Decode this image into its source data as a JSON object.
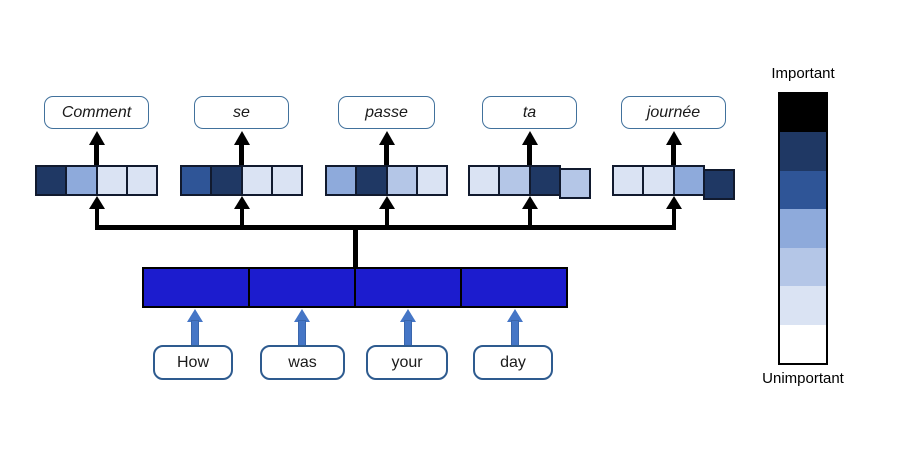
{
  "source_words": [
    "How",
    "was",
    "your",
    "day"
  ],
  "target_words": [
    "Comment",
    "se",
    "passe",
    "ta",
    "journée"
  ],
  "attention_strips": [
    {
      "word": "Comment",
      "cells": [
        "#1F3864",
        "#8EAADB",
        "#DAE3F3",
        "#DAE3F3"
      ]
    },
    {
      "word": "se",
      "cells": [
        "#2F5597",
        "#1F3864",
        "#DAE3F3",
        "#DAE3F3"
      ]
    },
    {
      "word": "passe",
      "cells": [
        "#8EAADB",
        "#1F3864",
        "#B4C6E7",
        "#DAE3F3"
      ]
    },
    {
      "word": "ta",
      "cells": [
        "#DAE3F3",
        "#B4C6E7",
        "#1F3864",
        "#B4C6E7"
      ]
    },
    {
      "word": "journée",
      "cells": [
        "#DAE3F3",
        "#DAE3F3",
        "#8EAADB",
        "#1F3864"
      ]
    }
  ],
  "legend": {
    "top_label": "Important",
    "bottom_label": "Unimportant",
    "colors": [
      "#000000",
      "#1F3864",
      "#2F5597",
      "#8EAADB",
      "#B4C6E7",
      "#DAE3F3",
      "#FFFFFF"
    ]
  },
  "colors": {
    "encoder_blue": "#1C1CCE",
    "arrow_blue": "#4576C6",
    "connector_black": "#000000",
    "target_box_border": "#41719C",
    "source_box_border": "#2E5B8F",
    "cell_border": "#111A2E"
  }
}
